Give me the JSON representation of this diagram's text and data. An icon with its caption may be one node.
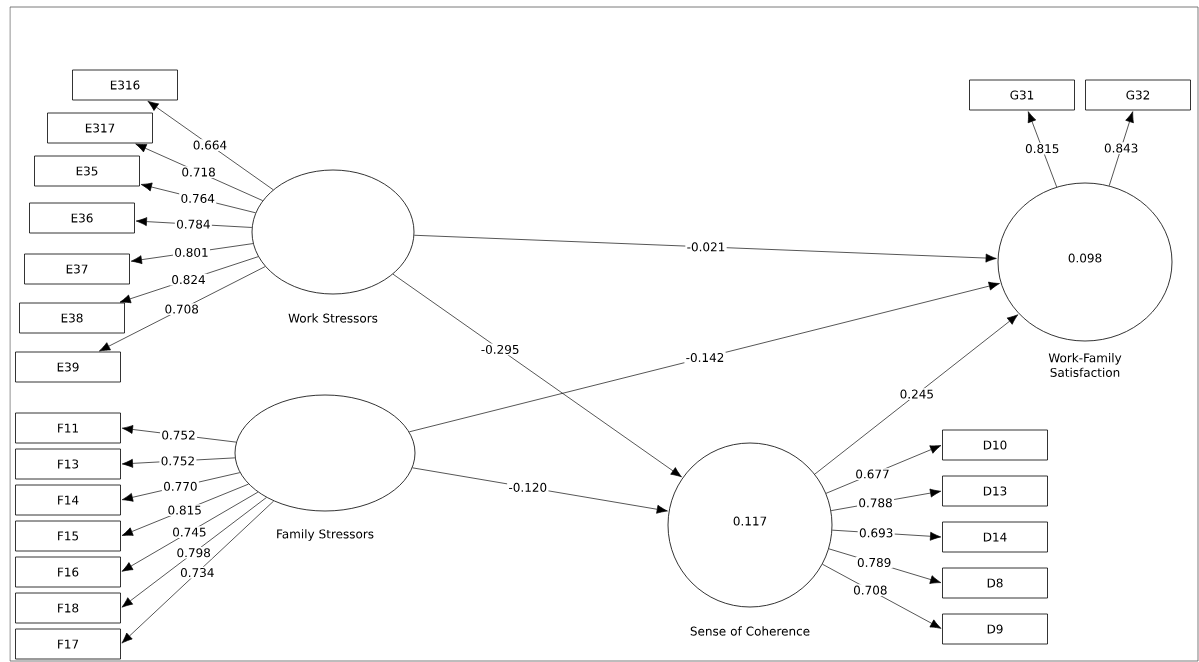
{
  "diagram": {
    "nodes": [
      {
        "text": [
          "Work Stressors"
        ]
      },
      {
        "text": [
          "E316"
        ]
      },
      {
        "text": [
          "E317"
        ]
      },
      {
        "text": [
          "E35"
        ]
      },
      {
        "text": [
          "E36"
        ]
      },
      {
        "text": [
          "E37"
        ]
      },
      {
        "text": [
          "E38"
        ]
      },
      {
        "text": [
          "E39"
        ]
      },
      {
        "text": [
          "0.098",
          "Work-Family Satisfaction"
        ]
      },
      {
        "text": [
          "G31"
        ]
      },
      {
        "text": [
          "G32"
        ]
      },
      {
        "text": [
          "Family Stressors"
        ]
      },
      {
        "text": [
          "F11"
        ]
      },
      {
        "text": [
          "F13"
        ]
      },
      {
        "text": [
          "F14"
        ]
      },
      {
        "text": [
          "F15"
        ]
      },
      {
        "text": [
          "F16"
        ]
      },
      {
        "text": [
          "F18"
        ]
      },
      {
        "text": [
          "F17"
        ]
      },
      {
        "text": [
          "0.117",
          "Sense of Coherence"
        ]
      },
      {
        "text": [
          "D10"
        ]
      },
      {
        "text": [
          "D13"
        ]
      },
      {
        "text": [
          "D14"
        ]
      },
      {
        "text": [
          "D8"
        ]
      },
      {
        "text": [
          "D9"
        ]
      }
    ],
    "edges": [
      {
        "from": 0,
        "to": 1,
        "arrow": "to",
        "label": "0.664"
      },
      {
        "from": 0,
        "to": 2,
        "arrow": "to",
        "label": "0.718"
      },
      {
        "from": 0,
        "to": 3,
        "arrow": "to",
        "label": "0.764"
      },
      {
        "from": 0,
        "to": 4,
        "arrow": "to",
        "label": "0.784"
      },
      {
        "from": 0,
        "to": 5,
        "arrow": "to",
        "label": "0.801"
      },
      {
        "from": 0,
        "to": 6,
        "arrow": "to",
        "label": "0.824"
      },
      {
        "from": 0,
        "to": 7,
        "arrow": "to",
        "label": "0.708"
      },
      {
        "from": 8,
        "to": 9,
        "arrow": "to",
        "label": "0.815"
      },
      {
        "from": 8,
        "to": 10,
        "arrow": "to",
        "label": "0.843"
      },
      {
        "from": 11,
        "to": 12,
        "arrow": "to",
        "label": "0.752"
      },
      {
        "from": 11,
        "to": 13,
        "arrow": "to",
        "label": "0.752"
      },
      {
        "from": 11,
        "to": 14,
        "arrow": "to",
        "label": "0.770"
      },
      {
        "from": 11,
        "to": 15,
        "arrow": "to",
        "label": "0.815"
      },
      {
        "from": 11,
        "to": 16,
        "arrow": "to",
        "label": "0.745"
      },
      {
        "from": 11,
        "to": 17,
        "arrow": "to",
        "label": "0.798"
      },
      {
        "from": 11,
        "to": 18,
        "arrow": "to",
        "label": "0.734"
      },
      {
        "from": 19,
        "to": 20,
        "arrow": "to",
        "label": "0.677"
      },
      {
        "from": 19,
        "to": 21,
        "arrow": "to",
        "label": "0.788"
      },
      {
        "from": 19,
        "to": 22,
        "arrow": "to",
        "label": "0.693"
      },
      {
        "from": 19,
        "to": 23,
        "arrow": "to",
        "label": "0.789"
      },
      {
        "from": 19,
        "to": 24,
        "arrow": "to",
        "label": "0.708"
      },
      {
        "from": 0,
        "to": 8,
        "arrow": "to",
        "label": "-0.021"
      },
      {
        "from": 11,
        "to": 8,
        "arrow": "to",
        "label": "-0.142"
      },
      {
        "from": 0,
        "to": 19,
        "arrow": "to",
        "label": "-0.295"
      },
      {
        "from": 11,
        "to": 19,
        "arrow": "to",
        "label": "-0.120"
      },
      {
        "from": 19,
        "to": 8,
        "arrow": "to",
        "label": "0.245"
      }
    ]
  }
}
